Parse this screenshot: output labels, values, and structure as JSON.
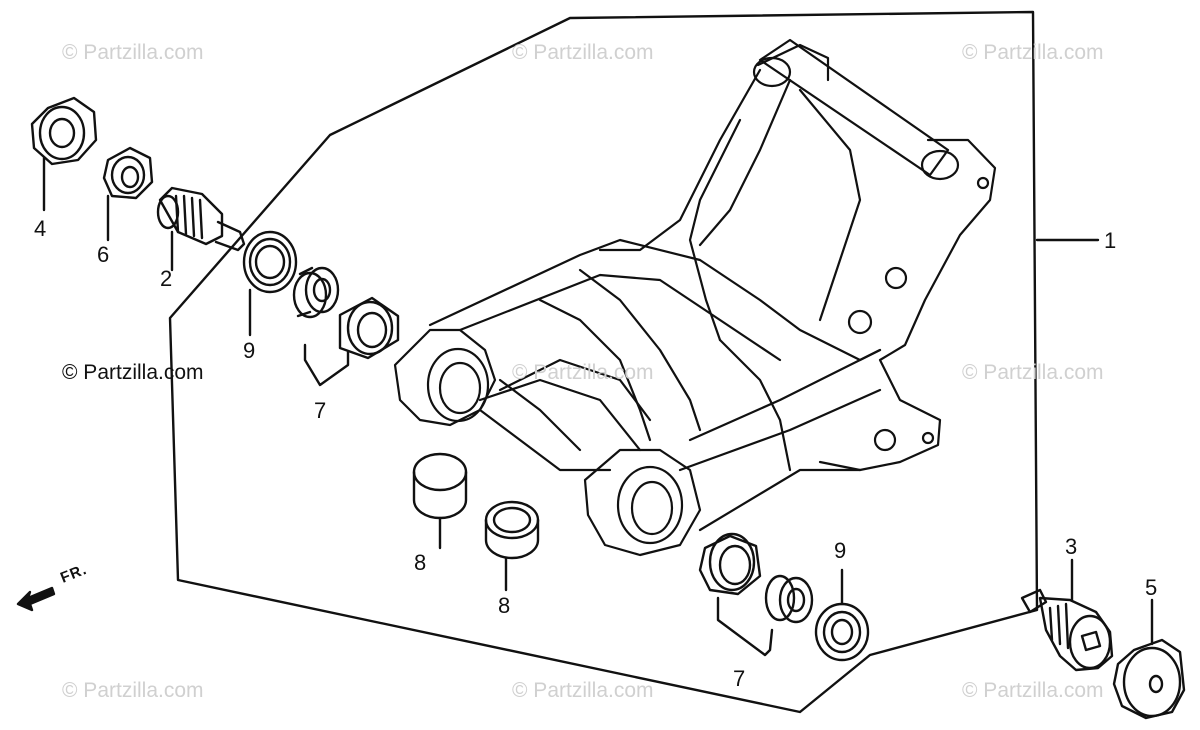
{
  "watermarks": [
    {
      "text": "© Partzilla.com"
    },
    {
      "text": "© Partzilla.com"
    },
    {
      "text": "© Partzilla.com"
    },
    {
      "text": "© Partzilla.com"
    },
    {
      "text": "© Partzilla.com"
    },
    {
      "text": "© Partzilla.com"
    },
    {
      "text": "© Partzilla.com"
    },
    {
      "text": "© Partzilla.com"
    }
  ],
  "strong_watermark": "© Partzilla.com",
  "callouts": {
    "c1": "1",
    "c2": "2",
    "c3": "3",
    "c4": "4",
    "c5": "5",
    "c6": "6",
    "c7a": "7",
    "c7b": "7",
    "c8a": "8",
    "c8b": "8",
    "c9a": "9",
    "c9b": "9"
  },
  "front_indicator": "FR."
}
